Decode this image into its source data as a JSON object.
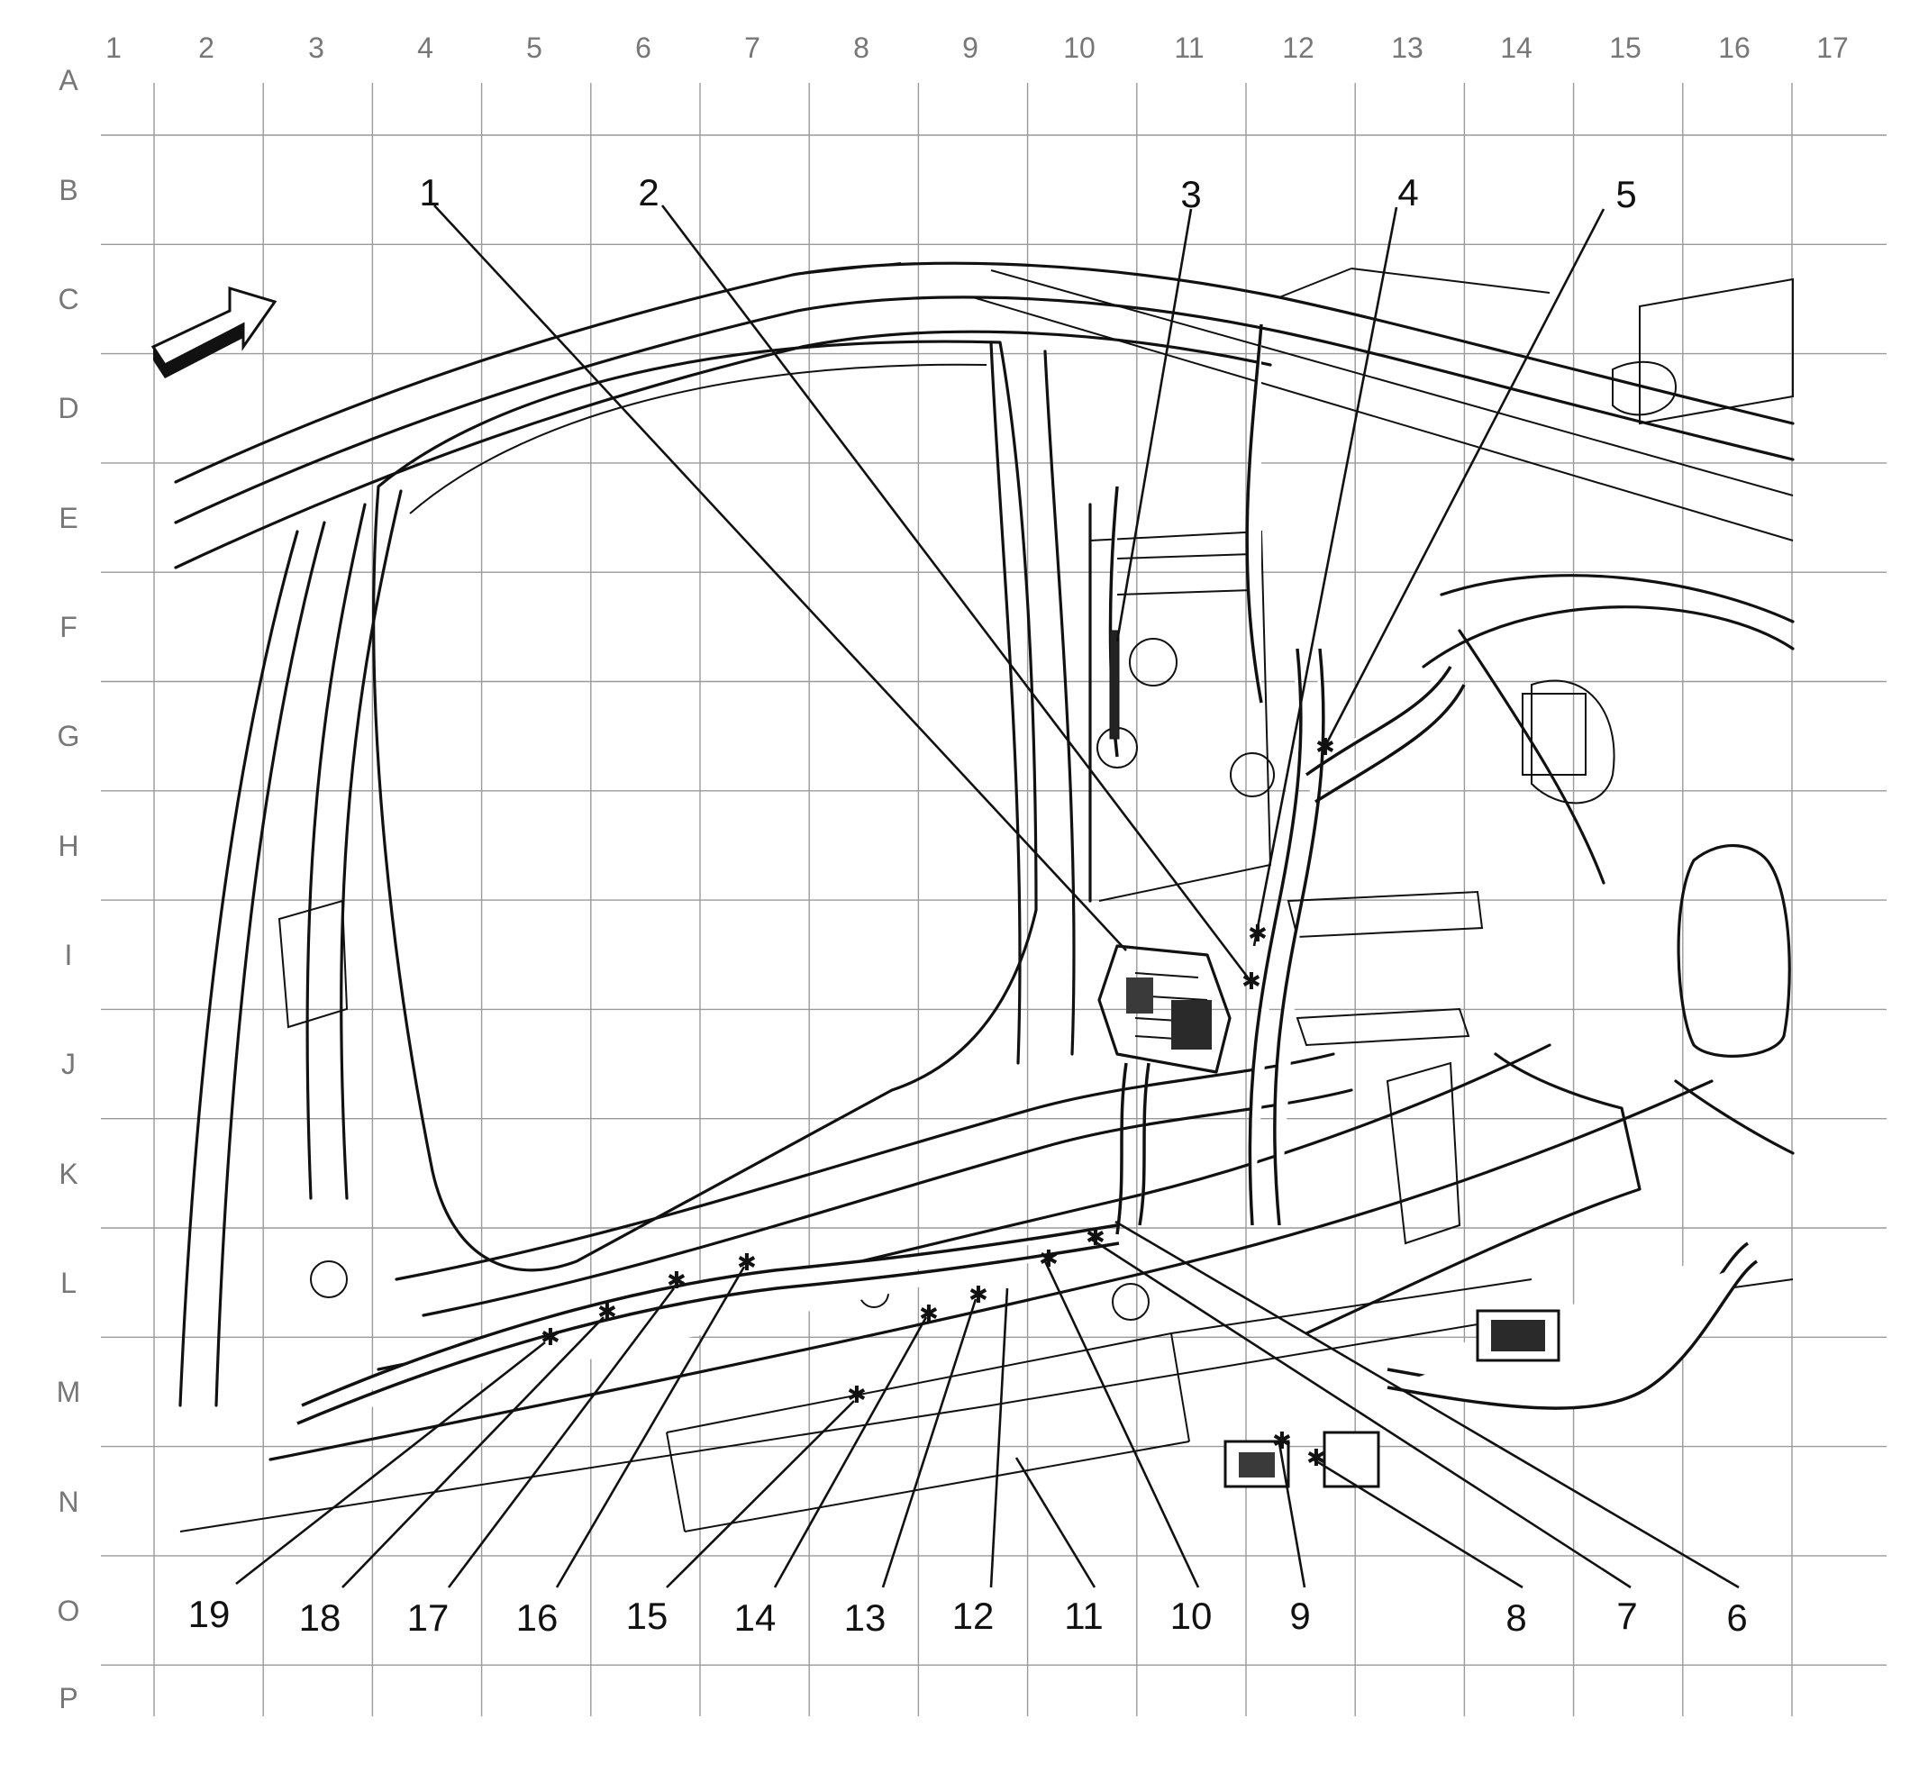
{
  "grid": {
    "columns": [
      "1",
      "2",
      "3",
      "4",
      "5",
      "6",
      "7",
      "8",
      "9",
      "10",
      "11",
      "12",
      "13",
      "14",
      "15",
      "16",
      "17"
    ],
    "rows": [
      "A",
      "B",
      "C",
      "D",
      "E",
      "F",
      "G",
      "H",
      "I",
      "J",
      "K",
      "L",
      "M",
      "N",
      "O",
      "P"
    ]
  },
  "callouts": {
    "top": [
      "1",
      "2",
      "3",
      "4",
      "5"
    ],
    "bottom": [
      "19",
      "18",
      "17",
      "16",
      "15",
      "14",
      "13",
      "12",
      "11",
      "10",
      "9",
      "8",
      "7",
      "6"
    ]
  },
  "icons": {
    "orientation": "forward-direction-arrow-icon"
  },
  "colors": {
    "line": "#111111",
    "grid": "#9a9a9a",
    "label": "#777777",
    "background": "#ffffff"
  }
}
